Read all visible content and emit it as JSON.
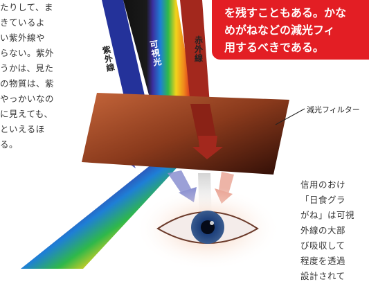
{
  "left_paragraph": [
    "たりして、ま",
    "きているよ",
    "い紫外線や",
    "らない。紫外",
    "うかは、見た",
    "の物質は、紫",
    "やっかいなの",
    "に見えても、",
    "といえるほ",
    "る。"
  ],
  "callout": {
    "lines": [
      "を残すこともある。かな",
      "めがねなどの減光フィ",
      "用するべきである。"
    ],
    "color": "#e31e24"
  },
  "ray_labels": {
    "ultraviolet": "紫外線",
    "visible": "可視光",
    "infrared": "赤外線"
  },
  "filter_label": "減光フィルター",
  "right_paragraph": [
    "信用のおけ",
    "「日食グラ",
    "がね」は可視",
    "外線の大部",
    "び吸収して",
    "程度を透過",
    "設計されて"
  ],
  "colors": {
    "ultraviolet_ray": "#24329a",
    "infrared_ray": "#a3281d",
    "filter": "#8a3a1c"
  }
}
